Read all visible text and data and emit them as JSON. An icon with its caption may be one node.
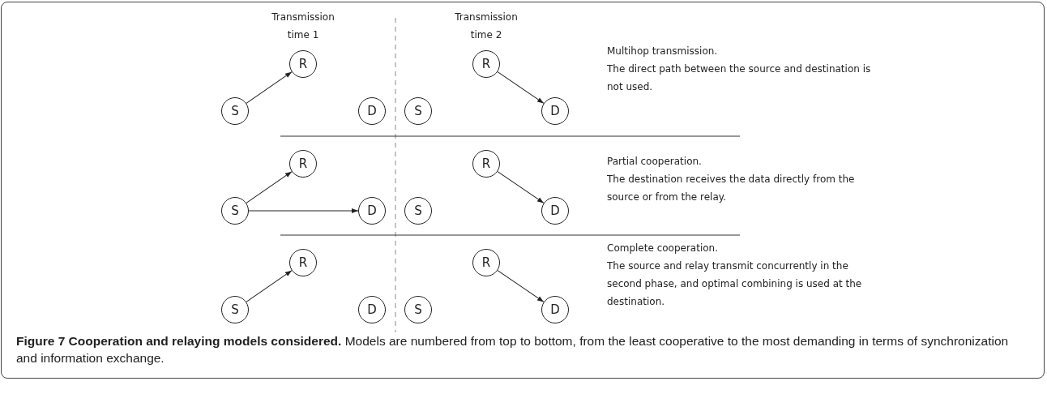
{
  "diagram": {
    "caption": "**Figure 7 Cooperation and relaying models considered.** Models are numbered from top to bottom, from the least cooperative to the most demanding in terms of synchronization and information exchange.",
    "nodes": [
      {
        "text": [
          "R"
        ]
      },
      {
        "text": [
          "R"
        ]
      },
      {
        "text": [
          "S"
        ]
      },
      {
        "text": [
          "D"
        ]
      },
      {
        "text": [
          "S"
        ]
      },
      {
        "text": [
          "D"
        ]
      },
      {
        "text": [
          "R"
        ]
      },
      {
        "text": [
          "R"
        ]
      },
      {
        "text": [
          "S"
        ]
      },
      {
        "text": [
          "D"
        ]
      },
      {
        "text": [
          "S"
        ]
      },
      {
        "text": [
          "D"
        ]
      },
      {
        "text": [
          "R"
        ]
      },
      {
        "text": [
          "R"
        ]
      },
      {
        "text": [
          "S"
        ]
      },
      {
        "text": [
          "D"
        ]
      },
      {
        "text": [
          "S"
        ]
      },
      {
        "text": [
          "D"
        ]
      }
    ],
    "edges": [
      {
        "from": 2,
        "to": 0,
        "arrow": "to"
      },
      {
        "from": 1,
        "to": 5,
        "arrow": "to"
      },
      {
        "from": 8,
        "to": 6,
        "arrow": "to"
      },
      {
        "from": 8,
        "to": 9,
        "arrow": "to"
      },
      {
        "from": 7,
        "to": 11,
        "arrow": "to"
      },
      {
        "from": 14,
        "to": 12,
        "arrow": "to"
      },
      {
        "from": 13,
        "to": 17,
        "arrow": "to"
      }
    ],
    "labels": [
      "Transmission time 1",
      "Transmission time 2",
      "Multihop transmission.",
      "The direct path between the source and destination is not used.",
      "Partial cooperation.",
      "The destination receives the data directly from the source or from the relay.",
      "Complete cooperation.",
      "The source and relay transmit concurrently in the second phase, and optimal combining is used at the destination."
    ]
  }
}
